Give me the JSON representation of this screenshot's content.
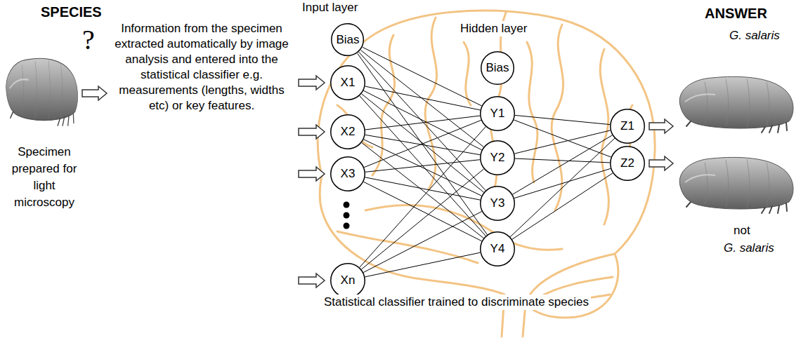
{
  "diagram": {
    "nodes": [
      {
        "text": [
          "Bias"
        ]
      },
      {
        "text": [
          "X1"
        ]
      },
      {
        "text": [
          "X2"
        ]
      },
      {
        "text": [
          "X3"
        ]
      },
      {
        "text": [
          "Xn"
        ]
      },
      {
        "text": [
          "Bias"
        ]
      },
      {
        "text": [
          "Y1"
        ]
      },
      {
        "text": [
          "Y2"
        ]
      },
      {
        "text": [
          "Y3"
        ]
      },
      {
        "text": [
          "Y4"
        ]
      },
      {
        "text": [
          "Z1"
        ]
      },
      {
        "text": [
          "Z2"
        ]
      }
    ],
    "edges": [
      {
        "from": 0,
        "to": 6,
        "arrow": "none"
      },
      {
        "from": 0,
        "to": 7,
        "arrow": "none"
      },
      {
        "from": 0,
        "to": 8,
        "arrow": "none"
      },
      {
        "from": 0,
        "to": 9,
        "arrow": "none"
      },
      {
        "from": 1,
        "to": 6,
        "arrow": "none"
      },
      {
        "from": 1,
        "to": 7,
        "arrow": "none"
      },
      {
        "from": 1,
        "to": 8,
        "arrow": "none"
      },
      {
        "from": 1,
        "to": 9,
        "arrow": "none"
      },
      {
        "from": 2,
        "to": 6,
        "arrow": "none"
      },
      {
        "from": 2,
        "to": 7,
        "arrow": "none"
      },
      {
        "from": 2,
        "to": 8,
        "arrow": "none"
      },
      {
        "from": 2,
        "to": 9,
        "arrow": "none"
      },
      {
        "from": 3,
        "to": 6,
        "arrow": "none"
      },
      {
        "from": 3,
        "to": 7,
        "arrow": "none"
      },
      {
        "from": 3,
        "to": 8,
        "arrow": "none"
      },
      {
        "from": 3,
        "to": 9,
        "arrow": "none"
      },
      {
        "from": 4,
        "to": 6,
        "arrow": "none"
      },
      {
        "from": 4,
        "to": 7,
        "arrow": "none"
      },
      {
        "from": 4,
        "to": 8,
        "arrow": "none"
      },
      {
        "from": 4,
        "to": 9,
        "arrow": "none"
      },
      {
        "from": 6,
        "to": 10,
        "arrow": "none"
      },
      {
        "from": 6,
        "to": 11,
        "arrow": "none"
      },
      {
        "from": 7,
        "to": 10,
        "arrow": "none"
      },
      {
        "from": 7,
        "to": 11,
        "arrow": "none"
      },
      {
        "from": 8,
        "to": 10,
        "arrow": "none"
      },
      {
        "from": 8,
        "to": 11,
        "arrow": "none"
      },
      {
        "from": 9,
        "to": 10,
        "arrow": "none"
      },
      {
        "from": 9,
        "to": 11,
        "arrow": "none"
      }
    ],
    "labels": [
      "SPECIES",
      "?",
      "Specimen prepared for light microscopy",
      "Information from the specimen extracted automatically by image analysis and entered into the statistical classifier e.g. measurements (lengths, widths etc) or key features.",
      "Input layer",
      "Hidden layer",
      "ANSWER",
      "G. salaris",
      "not",
      "G. salaris",
      "Statistical classifier trained to discriminate species"
    ]
  }
}
